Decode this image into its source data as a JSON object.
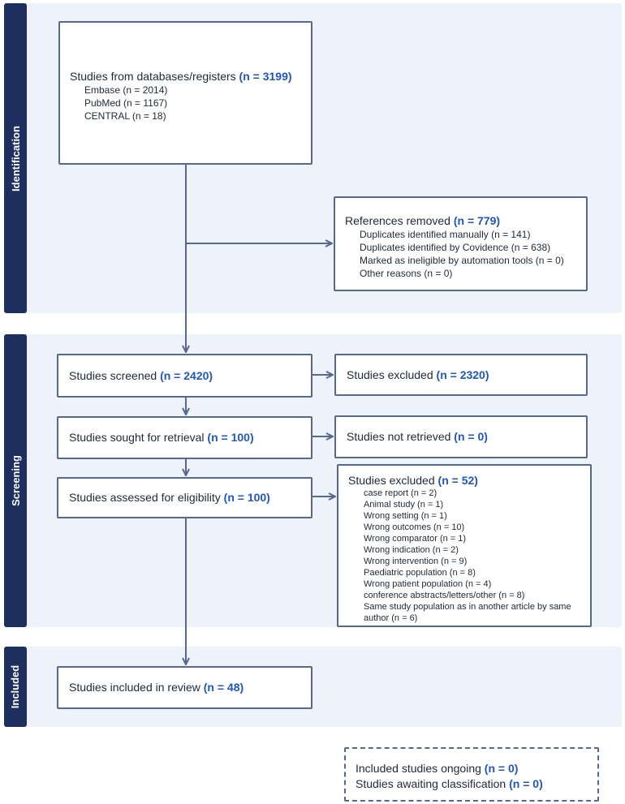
{
  "sections": {
    "identification": "Identification",
    "screening": "Screening",
    "included": "Included"
  },
  "databases": {
    "label": "Studies from databases/registers",
    "count": "(n = 3199)",
    "items": [
      "Embase (n = 2014)",
      "PubMed (n = 1167)",
      "CENTRAL (n = 18)"
    ]
  },
  "removed": {
    "label": "References removed",
    "count": "(n = 779)",
    "items": [
      "Duplicates identified manually (n = 141)",
      "Duplicates identified by Covidence (n = 638)",
      "Marked as ineligible by automation tools (n = 0)",
      "Other reasons (n = 0)"
    ]
  },
  "screened": {
    "label": "Studies screened",
    "count": "(n = 2420)"
  },
  "excluded_screen": {
    "label": "Studies excluded",
    "count": "(n = 2320)"
  },
  "sought": {
    "label": "Studies sought for retrieval",
    "count": "(n = 100)"
  },
  "not_retrieved": {
    "label": "Studies not retrieved",
    "count": "(n = 0)"
  },
  "assessed": {
    "label": "Studies assessed for eligibility",
    "count": "(n = 100)"
  },
  "excluded_full": {
    "label": "Studies excluded",
    "count": "(n = 52)",
    "items": [
      "case report (n = 2)",
      "Animal study (n = 1)",
      "Wrong setting (n = 1)",
      "Wrong outcomes (n = 10)",
      "Wrong comparator (n = 1)",
      "Wrong indication (n = 2)",
      "Wrong intervention (n = 9)",
      "Paediatric population (n = 8)",
      "Wrong patient population (n = 4)",
      "conference abstracts/letters/other (n = 8)",
      "Same study population as in another article by same",
      "author (n = 6)"
    ]
  },
  "included": {
    "label": "Studies included in review",
    "count": "(n = 48)"
  },
  "ongoing": {
    "ongoing_label": "Included studies ongoing",
    "ongoing_count": "(n = 0)",
    "awaiting_label": "Studies awaiting classification",
    "awaiting_count": "(n = 0)"
  }
}
